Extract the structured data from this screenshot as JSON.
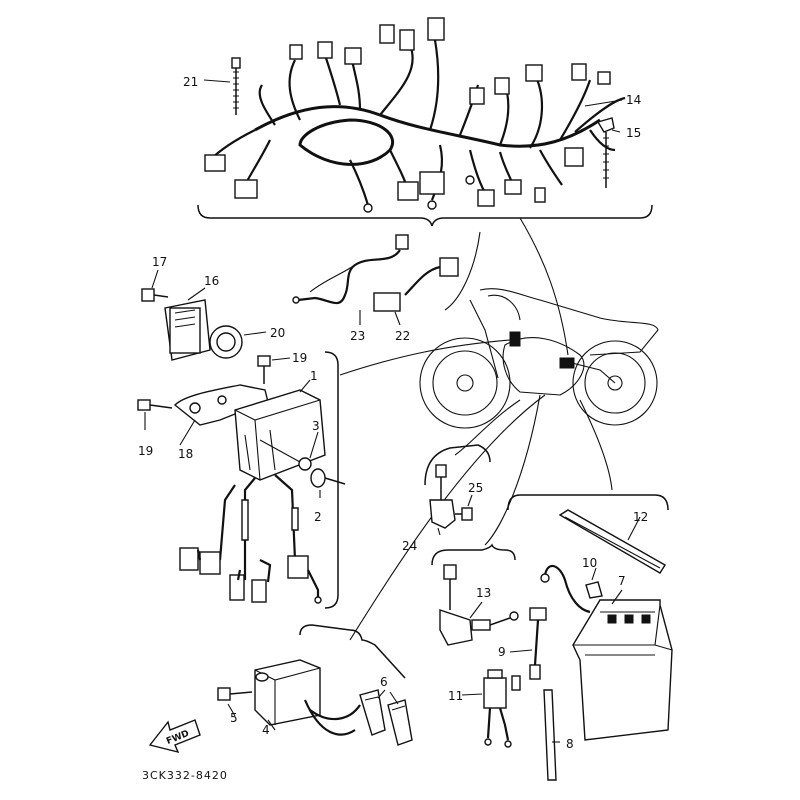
{
  "labels": {
    "p1": "1",
    "p2": "2",
    "p3": "3",
    "p4": "4",
    "p5": "5",
    "p6": "6",
    "p7": "7",
    "p8": "8",
    "p9": "9",
    "p10": "10",
    "p11": "11",
    "p12": "12",
    "p13": "13",
    "p14": "14",
    "p15": "15",
    "p16": "16",
    "p17": "17",
    "p18": "18",
    "p19a": "19",
    "p19b": "19",
    "p20": "20",
    "p21": "21",
    "p22": "22",
    "p23": "23",
    "p24": "24",
    "p25": "25"
  },
  "fwd_arrow": "FWD",
  "drawing_code": "3CK332-8420"
}
